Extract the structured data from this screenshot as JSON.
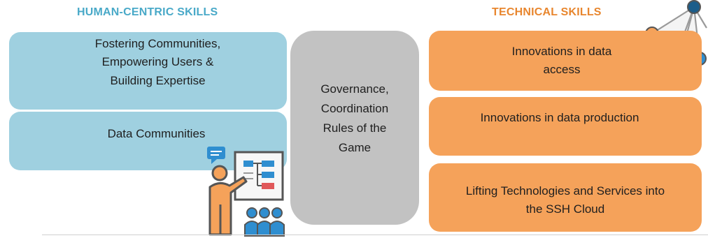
{
  "headings": {
    "human_centric": "HUMAN-CENTRIC SKILLS",
    "technical": "TECHNICAL SKILLS"
  },
  "left_boxes": {
    "fostering": "Fostering Communities,\nEmpowering Users &\nBuilding Expertise",
    "data_communities": "Data Communities"
  },
  "center_box": {
    "governance": "Governance,\nCoordination\nRules of the\nGame"
  },
  "right_boxes": {
    "data_access": "Innovations in data\naccess",
    "data_production": "Innovations in data production",
    "lifting": "Lifting Technologies and Services into\nthe SSH Cloud"
  },
  "colors": {
    "human_heading": "#49a9c8",
    "technical_heading": "#e8862e",
    "blue_box": "#9fd0e0",
    "gray_box": "#c2c2c2",
    "orange_box": "#f5a25a",
    "base_line": "#cfcfcf"
  },
  "icons": {
    "presenter": "presenter-at-board-icon",
    "network": "network-nodes-icon"
  }
}
